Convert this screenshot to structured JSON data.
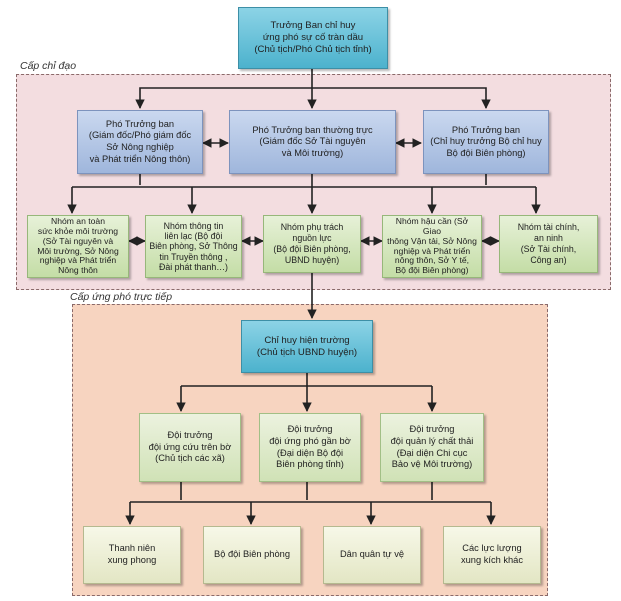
{
  "zones": {
    "direction": "Cấp chỉ đạo",
    "direct_response": "Cấp ứng phó trực tiếp"
  },
  "nodes": {
    "head": "Trưởng Ban chỉ huy\nứng phó sự cố tràn dầu\n(Chủ tịch/Phó Chủ tịch tỉnh)",
    "deputy_agri": "Phó Trưởng ban\n(Giám đốc/Phó giám đốc\nSở Nông nghiệp\nvà Phát triển Nông thôn)",
    "deputy_standing": "Phó Trưởng ban thường trực\n(Giám đốc Sở Tài nguyên\nvà Môi trường)",
    "deputy_border": "Phó Trưởng ban\n(Chỉ huy trưởng Bộ chỉ huy\nBộ đội Biên phòng)",
    "group_health": "Nhóm an toàn\nsức khỏe môi trường\n(Sở Tài nguyên và\nMôi trường, Sở Nông\nnghiệp và Phát triển\nNông thôn",
    "group_comm": "Nhóm thông tin\nliên lạc (Bộ đội\nBiên phòng, Sở Thông\ntin Truyền thông ,\nĐài phát thanh…)",
    "group_resources": "Nhóm phụ trách\nnguồn lực\n(Bộ đội Biên phòng,\nUBND huyện)",
    "group_logistics": "Nhóm hậu cần (Sở Giao\nthông Vận tải, Sở Nông\nnghiệp và Phát triển\nnông thôn, Sở Y tế,\nBộ đội Biên phòng)",
    "group_finance": "Nhóm tài chính,\nan ninh\n(Sở Tài chính,\nCông an)",
    "field_commander": "Chỉ huy hiện trường\n(Chủ tịch UBND huyện)",
    "team_onshore": "Đội trưởng\nđội ứng cứu trên bờ\n(Chủ tịch các xã)",
    "team_nearshore": "Đội trưởng\nđội ứng phó gần bờ\n(Đại diện Bộ đội\nBiên phòng tỉnh)",
    "team_waste": "Đội trưởng\nđội quản lý chất thải\n(Đại diện Chi cục\nBảo vệ Môi trường)",
    "youth": "Thanh niên\nxung phong",
    "border_guard": "Bộ đội Biên phòng",
    "militia": "Dân quân tự vệ",
    "shock_forces": "Các lực lượng\nxung kích khác"
  }
}
